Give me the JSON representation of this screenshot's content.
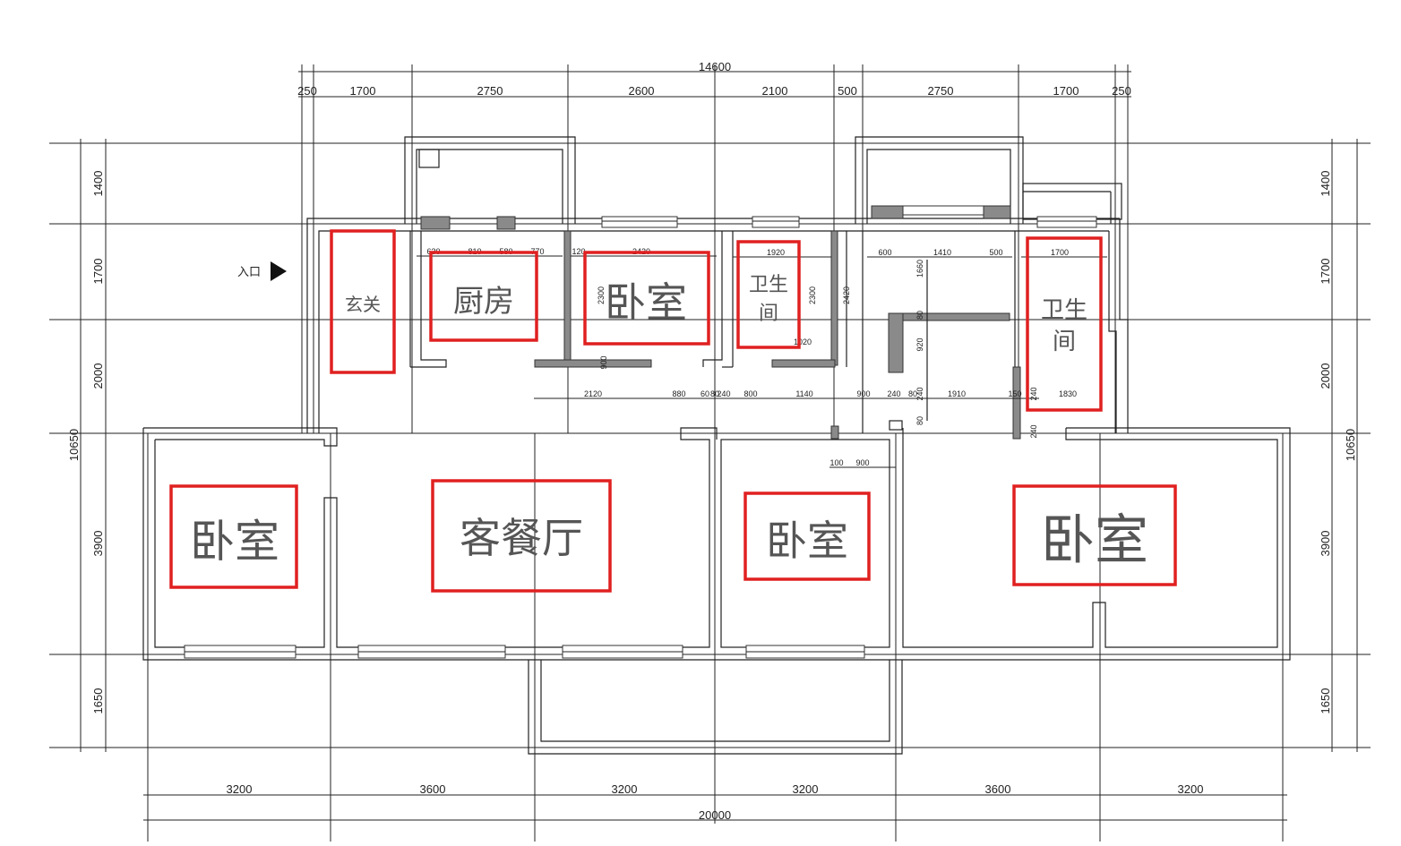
{
  "top_dims": {
    "total": "14600",
    "segments": [
      "250",
      "1700",
      "2750",
      "2600",
      "2100",
      "500",
      "2750",
      "1700",
      "250"
    ]
  },
  "bottom_dims": {
    "total": "20000",
    "segments": [
      "3200",
      "3600",
      "3200",
      "3200",
      "3600",
      "3200"
    ]
  },
  "left_dims": {
    "total": "10650",
    "segments": [
      "1400",
      "1700",
      "2000",
      "3900",
      "1650"
    ]
  },
  "right_dims": {
    "total": "10650",
    "segments": [
      "1400",
      "1700",
      "2000",
      "3900",
      "1650"
    ]
  },
  "inner_dims": {
    "row1": [
      "630",
      "810",
      "580",
      "770",
      "120",
      "2420",
      "1920",
      "600",
      "1410",
      "500",
      "1700"
    ],
    "row2": [
      "2120",
      "880",
      "60",
      "80",
      "240",
      "800",
      "1140",
      "900",
      "240",
      "80",
      "1910",
      "150",
      "1830"
    ],
    "verticals": [
      "2300",
      "2420",
      "1660",
      "920",
      "80",
      "1020",
      "2300",
      "900",
      "240",
      "240",
      "80",
      "240"
    ],
    "lower": [
      "100",
      "900"
    ]
  },
  "entrance": {
    "label": "入口"
  },
  "rooms": {
    "foyer": "玄关",
    "kitchen": "厨房",
    "bedroom_upper": "卧室",
    "bath_mid_line1": "卫生",
    "bath_mid_line2": "间",
    "bath_right_line1": "卫生",
    "bath_right_line2": "间",
    "bedroom_left": "卧室",
    "living_dining": "客餐厅",
    "bedroom_mid": "卧室",
    "bedroom_right": "卧室"
  },
  "colors": {
    "highlight": "#e02020",
    "line": "#222222"
  }
}
